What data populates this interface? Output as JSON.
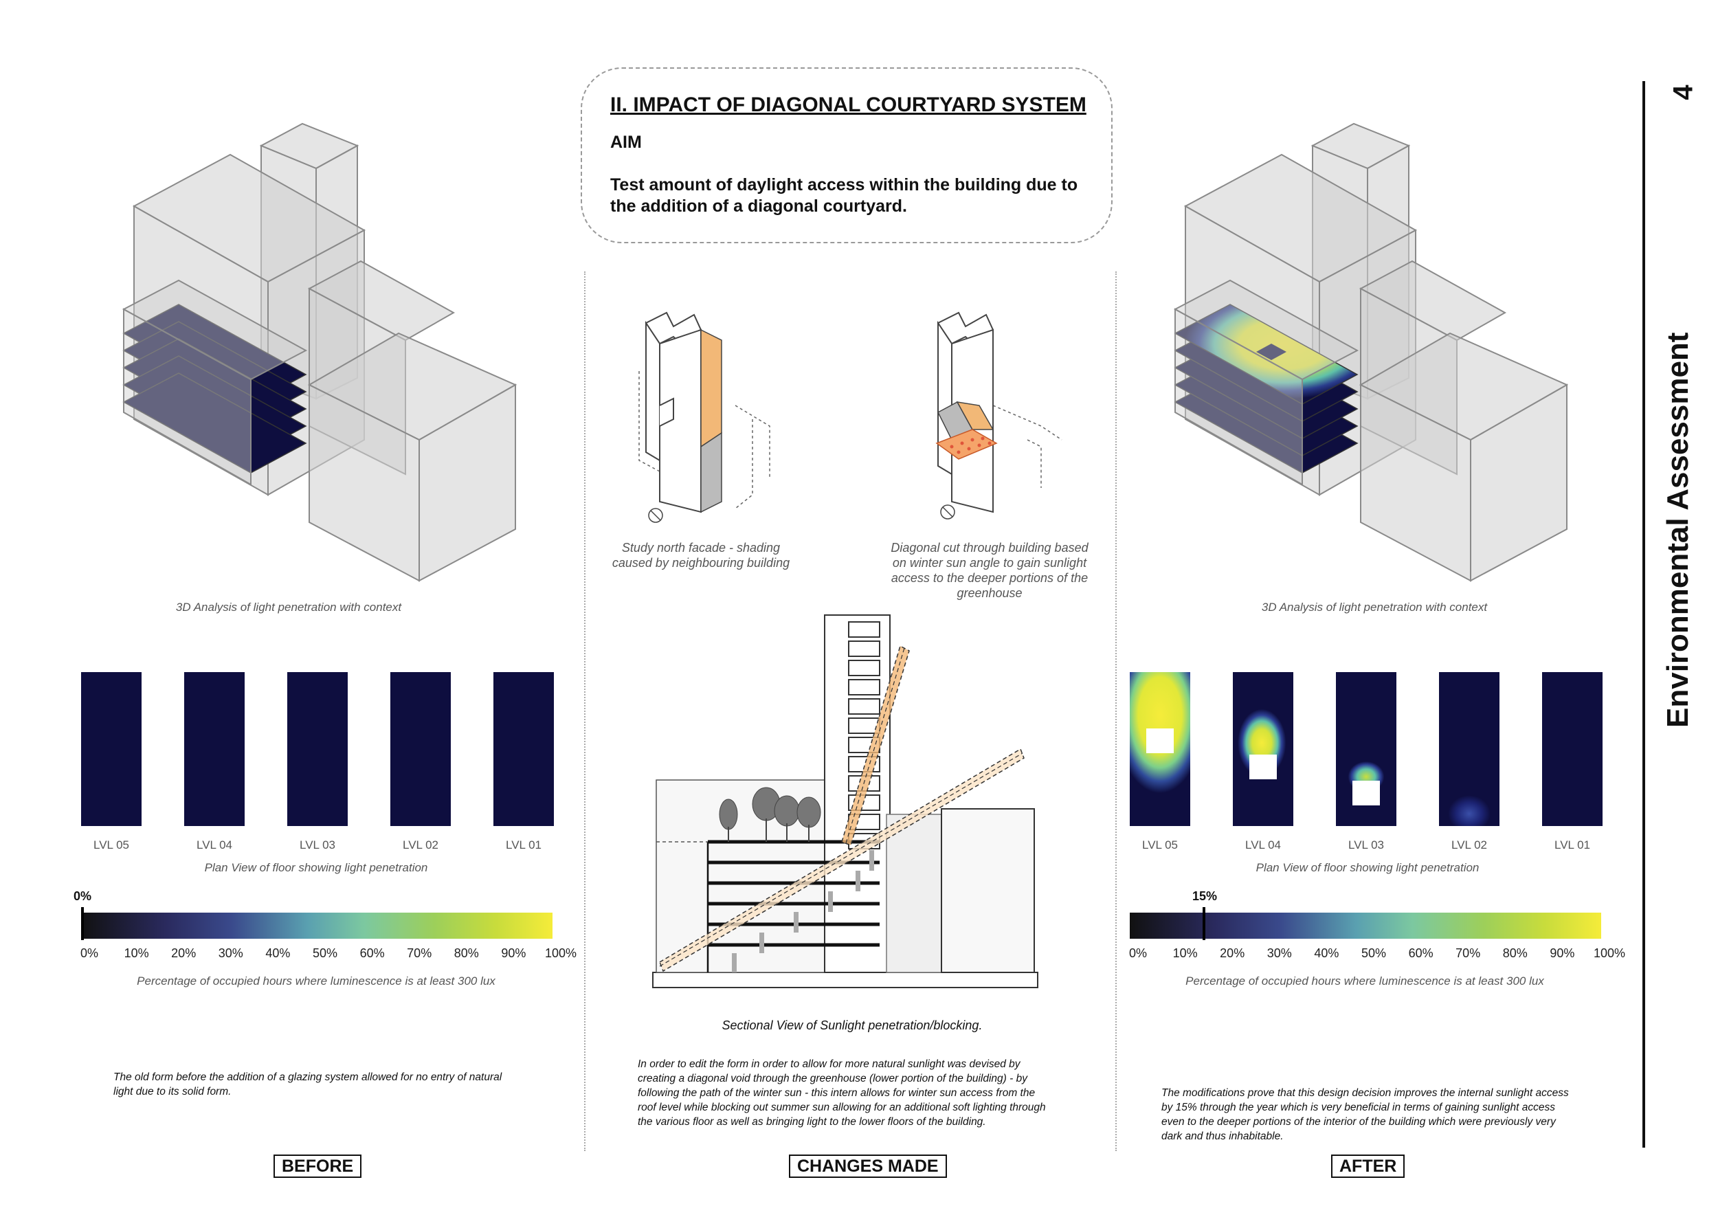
{
  "header": {
    "title": "II. IMPACT OF DIAGONAL COURTYARD SYSTEM",
    "aim_label": "AIM",
    "aim_text": "Test amount of daylight access within the building due to the addition of a diagonal courtyard."
  },
  "side": {
    "number": "4",
    "title": "Environmental Assessment"
  },
  "before": {
    "axo_caption": "3D Analysis of light penetration with context",
    "levels": [
      "LVL 05",
      "LVL 04",
      "LVL 03",
      "LVL 02",
      "LVL 01"
    ],
    "plan_caption": "Plan View of floor showing light penetration",
    "threshold_label": "0%",
    "threshold_value": 0,
    "ticks": [
      "0%",
      "10%",
      "20%",
      "30%",
      "40%",
      "50%",
      "60%",
      "70%",
      "80%",
      "90%",
      "100%"
    ],
    "scale_caption": "Percentage of occupied hours where luminescence is at least 300 lux",
    "description": "The old form before the addition of a glazing system allowed for no entry of natural light due to its solid form.",
    "footer_label": "BEFORE"
  },
  "changes": {
    "caption_left": "Study north facade - shading caused by neighbouring building",
    "caption_right": "Diagonal cut through building based on winter sun angle to gain sunlight access to the deeper portions of the greenhouse",
    "section_caption": "Sectional View of Sunlight penetration/blocking.",
    "description": "In order to edit the form in order to allow for more natural sunlight was devised by creating a diagonal void through the greenhouse (lower portion of the building) - by following the path of the winter sun - this intern allows for winter sun access from the roof level while blocking out summer sun allowing for an additional soft lighting through the various floor as well as bringing light to the lower floors of the building.",
    "footer_label": "CHANGES MADE"
  },
  "after": {
    "axo_caption": "3D Analysis of light penetration with context",
    "levels": [
      "LVL 05",
      "LVL 04",
      "LVL 03",
      "LVL 02",
      "LVL 01"
    ],
    "plan_caption": "Plan View of floor showing light penetration",
    "threshold_label": "15%",
    "threshold_value": 15,
    "ticks": [
      "0%",
      "10%",
      "20%",
      "30%",
      "40%",
      "50%",
      "60%",
      "70%",
      "80%",
      "90%",
      "100%"
    ],
    "scale_caption": "Percentage of occupied hours where luminescence is at least 300 lux",
    "description": "The modifications prove that this design decision improves the internal sunlight access by 15% through the year which is very beneficial in terms of gaining sunlight access even to the deeper portions of the interior of the building which were previously very dark and thus inhabitable.",
    "footer_label": "AFTER"
  },
  "colors": {
    "heat_low": "#111111",
    "heat_dark": "#0e0e3f",
    "heat_mid": "#6cc4a8",
    "heat_high": "#f5ec3a",
    "accent_orange": "#f2b877",
    "glass": "#d4d4d4"
  }
}
